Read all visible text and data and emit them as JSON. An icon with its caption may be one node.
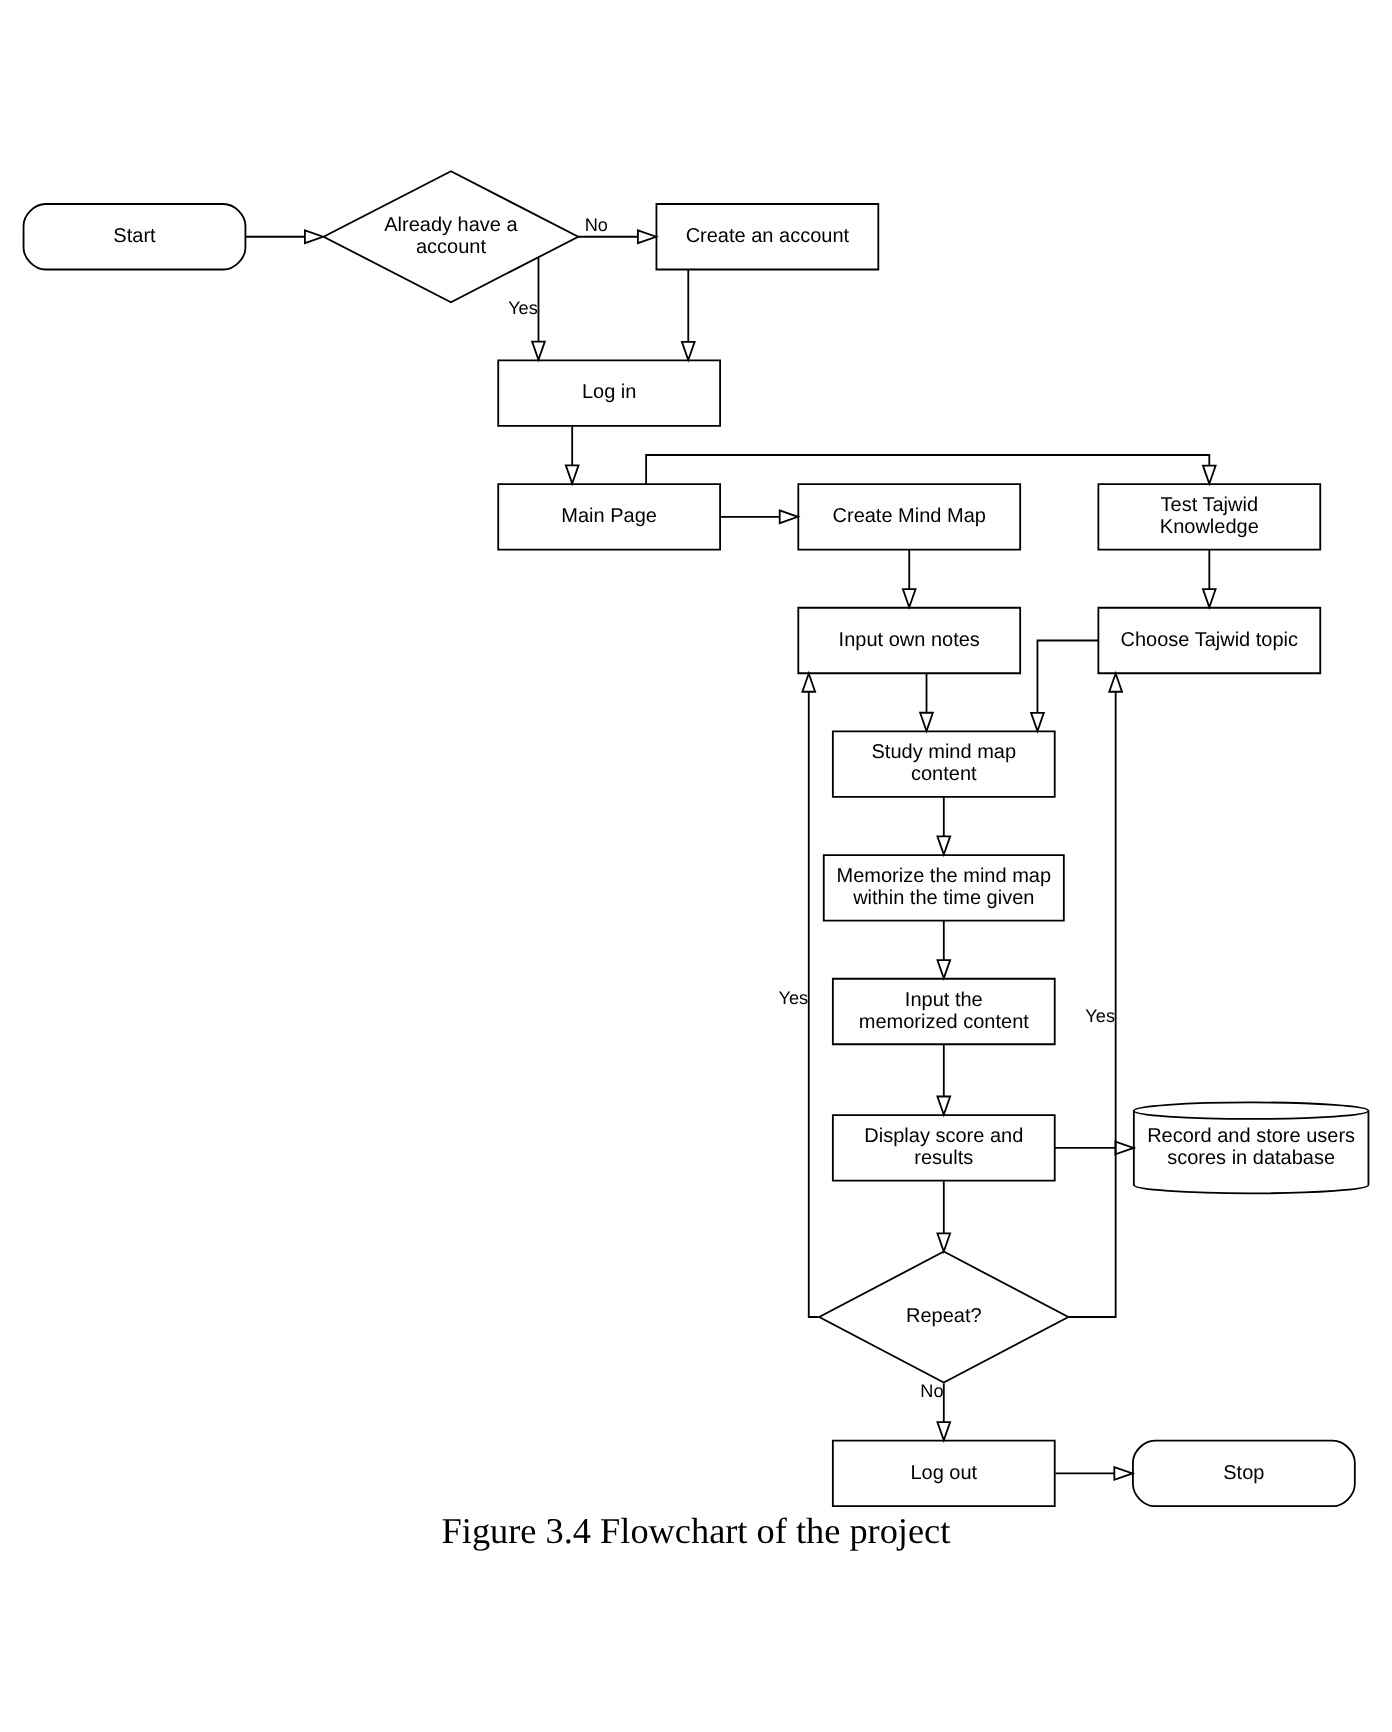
{
  "diagram": {
    "caption": "Figure 3.4 Flowchart of the project",
    "nodes": [
      {
        "text": [
          "Start"
        ]
      },
      {
        "text": [
          "Already have a account"
        ]
      },
      {
        "text": [
          "Create an account"
        ]
      },
      {
        "text": [
          "Log in"
        ]
      },
      {
        "text": [
          "Main Page"
        ]
      },
      {
        "text": [
          "Test Tajwid Knowledge"
        ]
      },
      {
        "text": [
          "Create Mind Map"
        ]
      },
      {
        "text": [
          "Choose Tajwid topic"
        ]
      },
      {
        "text": [
          "Input own notes"
        ]
      },
      {
        "text": [
          "Study mind map content"
        ]
      },
      {
        "text": [
          "Memorize the mind map within the time given"
        ]
      },
      {
        "text": [
          "Input the memorized content"
        ]
      },
      {
        "text": [
          "Display score and results"
        ]
      },
      {
        "text": [
          "Record and store users scores in database"
        ]
      },
      {
        "text": [
          "Repeat?"
        ]
      },
      {
        "text": [
          "Log out"
        ]
      },
      {
        "text": [
          "Stop"
        ]
      }
    ],
    "edges": [
      {
        "from": 0,
        "to": 1,
        "arrow": "to"
      },
      {
        "from": 1,
        "to": 2,
        "arrow": "to",
        "label": "No"
      },
      {
        "from": 2,
        "to": 3,
        "arrow": "to"
      },
      {
        "from": 1,
        "to": 3,
        "arrow": "to",
        "label": "Yes"
      },
      {
        "from": 3,
        "to": 4,
        "arrow": "to"
      },
      {
        "from": 4,
        "to": 5,
        "arrow": "to"
      },
      {
        "from": 4,
        "to": 6,
        "arrow": "to"
      },
      {
        "from": 5,
        "to": 7,
        "arrow": "to"
      },
      {
        "from": 6,
        "to": 8,
        "arrow": "to"
      },
      {
        "from": 7,
        "to": 9,
        "arrow": "to"
      },
      {
        "from": 8,
        "to": 9,
        "arrow": "to"
      },
      {
        "from": 9,
        "to": 10,
        "arrow": "to"
      },
      {
        "from": 10,
        "to": 11,
        "arrow": "to"
      },
      {
        "from": 11,
        "to": 12,
        "arrow": "to"
      },
      {
        "from": 12,
        "to": 13,
        "arrow": "to"
      },
      {
        "from": 12,
        "to": 14,
        "arrow": "to"
      },
      {
        "from": 14,
        "to": 7,
        "arrow": "to",
        "label": "Yes"
      },
      {
        "from": 14,
        "to": 8,
        "arrow": "to",
        "label": "Yes"
      },
      {
        "from": 14,
        "to": 15,
        "arrow": "to",
        "label": "No"
      },
      {
        "from": 15,
        "to": 16,
        "arrow": "to"
      }
    ]
  }
}
